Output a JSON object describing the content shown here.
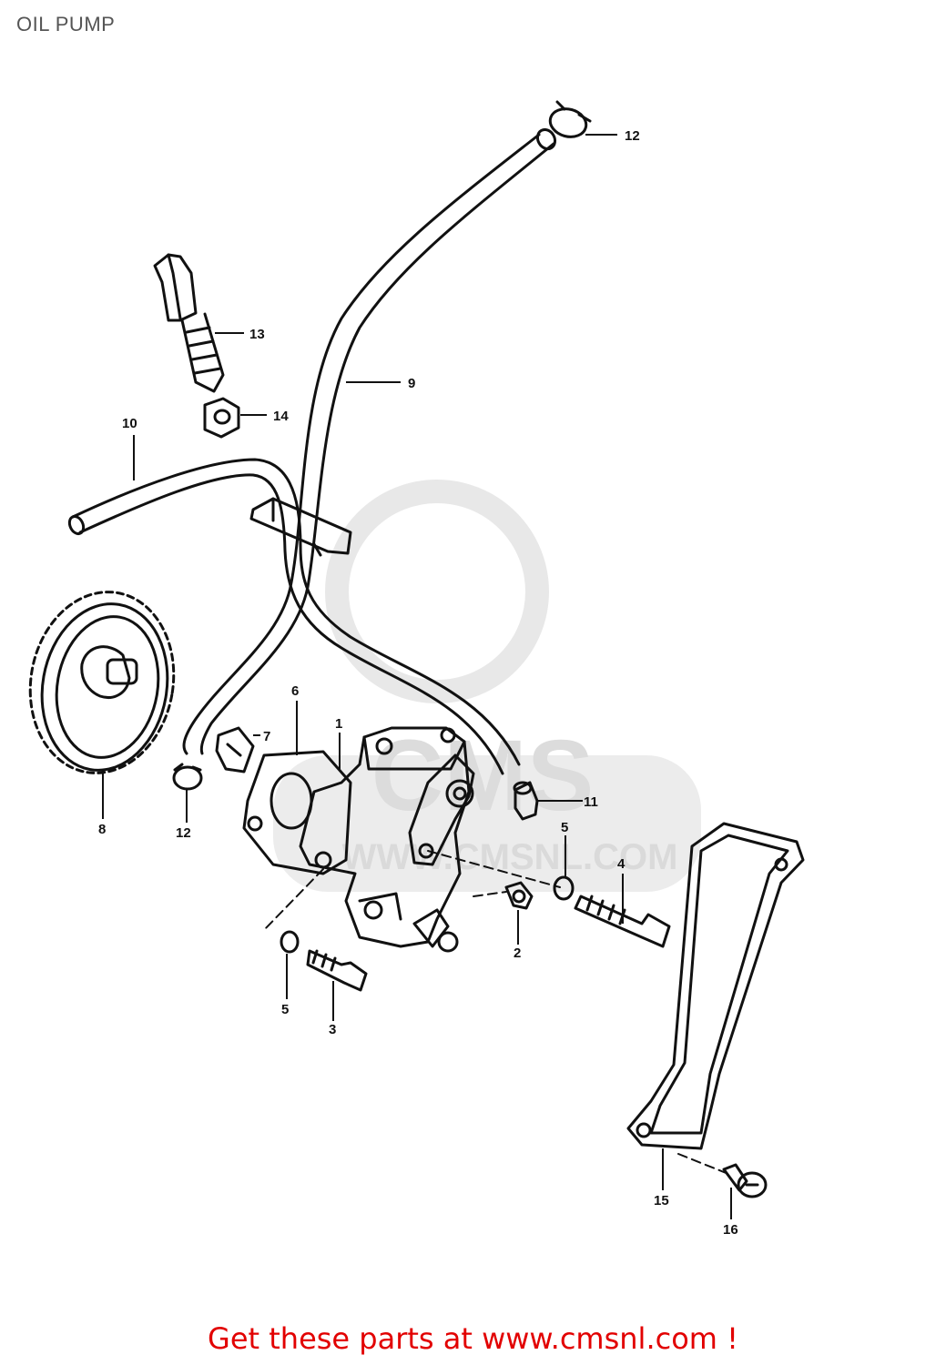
{
  "title": "OIL PUMP",
  "watermark_text": "CMS",
  "watermark_url": "WWW.CMSNL.COM",
  "footer": {
    "text": "Get these parts at www.cmsnl.com !"
  },
  "colors": {
    "line": "#111111",
    "footer": "#e20000",
    "title": "#555555",
    "watermark": "#e6e6e6"
  },
  "callouts": [
    {
      "id": "12a",
      "label": "12"
    },
    {
      "id": "13",
      "label": "13"
    },
    {
      "id": "9",
      "label": "9"
    },
    {
      "id": "14",
      "label": "14"
    },
    {
      "id": "10",
      "label": "10"
    },
    {
      "id": "6",
      "label": "6"
    },
    {
      "id": "1",
      "label": "1"
    },
    {
      "id": "7",
      "label": "7"
    },
    {
      "id": "11",
      "label": "11"
    },
    {
      "id": "8",
      "label": "8"
    },
    {
      "id": "12b",
      "label": "12"
    },
    {
      "id": "5a",
      "label": "5"
    },
    {
      "id": "4",
      "label": "4"
    },
    {
      "id": "2",
      "label": "2"
    },
    {
      "id": "5b",
      "label": "5"
    },
    {
      "id": "3",
      "label": "3"
    },
    {
      "id": "15",
      "label": "15"
    },
    {
      "id": "16",
      "label": "16"
    }
  ]
}
